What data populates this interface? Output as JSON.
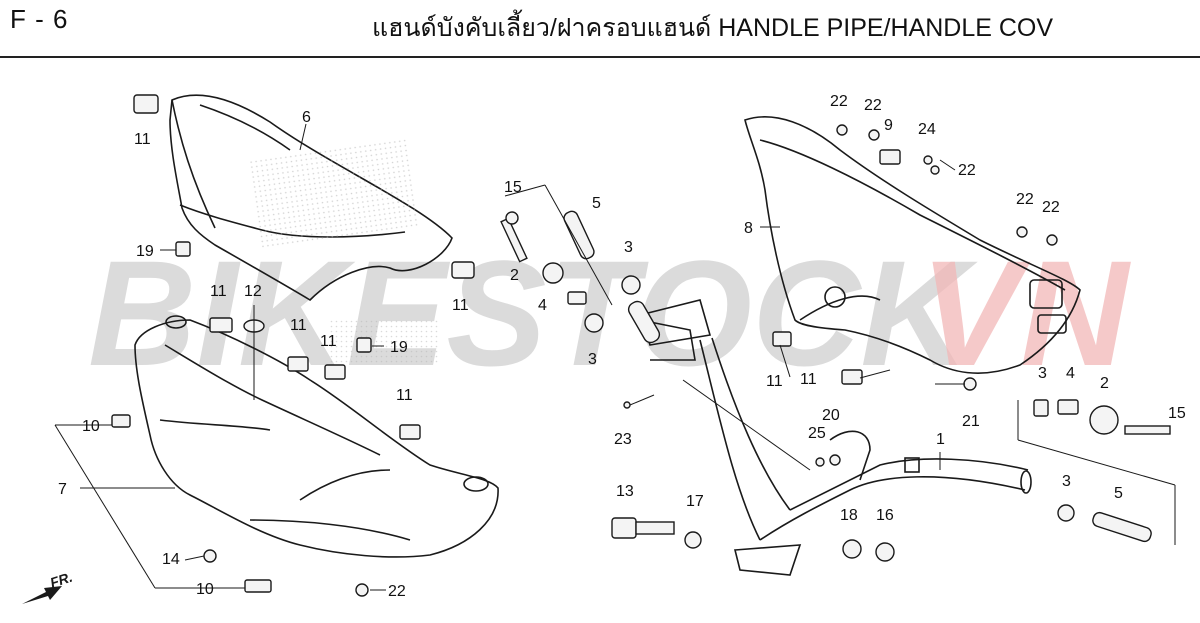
{
  "header": {
    "code": "F - 6",
    "title": "แฮนด์บังคับเลี้ยว/ฝาครอบแฮนด์  HANDLE PIPE/HANDLE COV"
  },
  "watermark": {
    "left": "BIKESTOCK",
    "right": "VN",
    "left_color": "#cfcfcf",
    "right_color": "#f2b8b8"
  },
  "direction": {
    "label": "FR."
  },
  "callouts": [
    "11",
    "6",
    "19",
    "11",
    "12",
    "11",
    "11",
    "19",
    "11",
    "11",
    "10",
    "7",
    "14",
    "10",
    "22",
    "15",
    "5",
    "2",
    "3",
    "4",
    "3",
    "23",
    "13",
    "17",
    "25",
    "20",
    "18",
    "16",
    "1",
    "22",
    "22",
    "9",
    "24",
    "22",
    "8",
    "22",
    "22",
    "11",
    "11",
    "21",
    "3",
    "4",
    "2",
    "15",
    "3",
    "5"
  ],
  "colors": {
    "line": "#1a1a1a",
    "accent": "#d62020"
  }
}
